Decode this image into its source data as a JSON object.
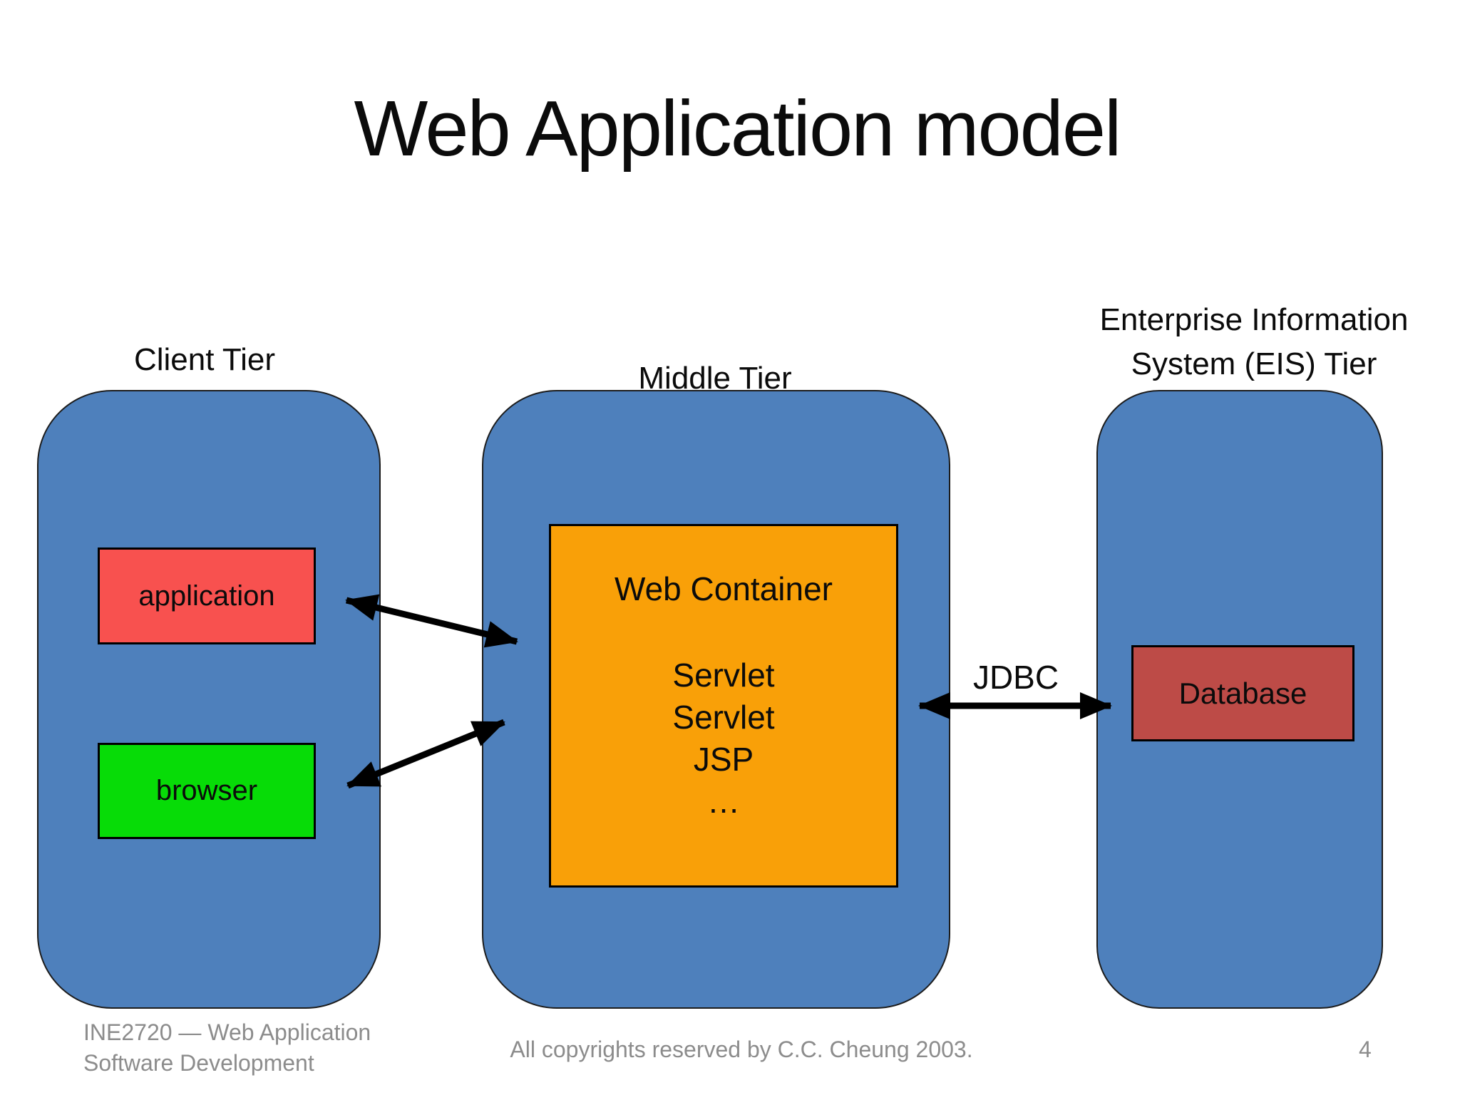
{
  "slide": {
    "title": "Web Application model",
    "footer_left_line1": "INE2720 — Web Application",
    "footer_left_line2": "Software Development",
    "footer_center": "All copyrights reserved by C.C. Cheung 2003.",
    "page_number": "4"
  },
  "diagram": {
    "client_tier": {
      "label": "Client Tier",
      "nodes": [
        {
          "label": "application"
        },
        {
          "label": "browser"
        }
      ]
    },
    "middle_tier": {
      "label": "Middle Tier",
      "web_container": {
        "title": "Web Container",
        "items": [
          "Servlet",
          "Servlet",
          "JSP",
          "…"
        ]
      }
    },
    "eis_tier": {
      "label_line1": "Enterprise Information",
      "label_line2": "System (EIS) Tier",
      "nodes": [
        {
          "label": "Database"
        }
      ]
    },
    "connections": {
      "jdbc_label": "JDBC",
      "links": [
        "application <-> Web Container",
        "browser <-> Web Container",
        "Web Container <-> Database (JDBC)"
      ]
    }
  },
  "colors": {
    "tier_fill": "#4E80BC",
    "tier_border": "#1C1C1C",
    "application_fill": "#F8514F",
    "browser_fill": "#07DC07",
    "web_container_fill": "#F9A008",
    "database_fill": "#BD4B47",
    "arrow": "#000000",
    "title_text": "#0B0B0B",
    "footer_text": "#8C8C8C",
    "background": "#FFFFFF"
  }
}
